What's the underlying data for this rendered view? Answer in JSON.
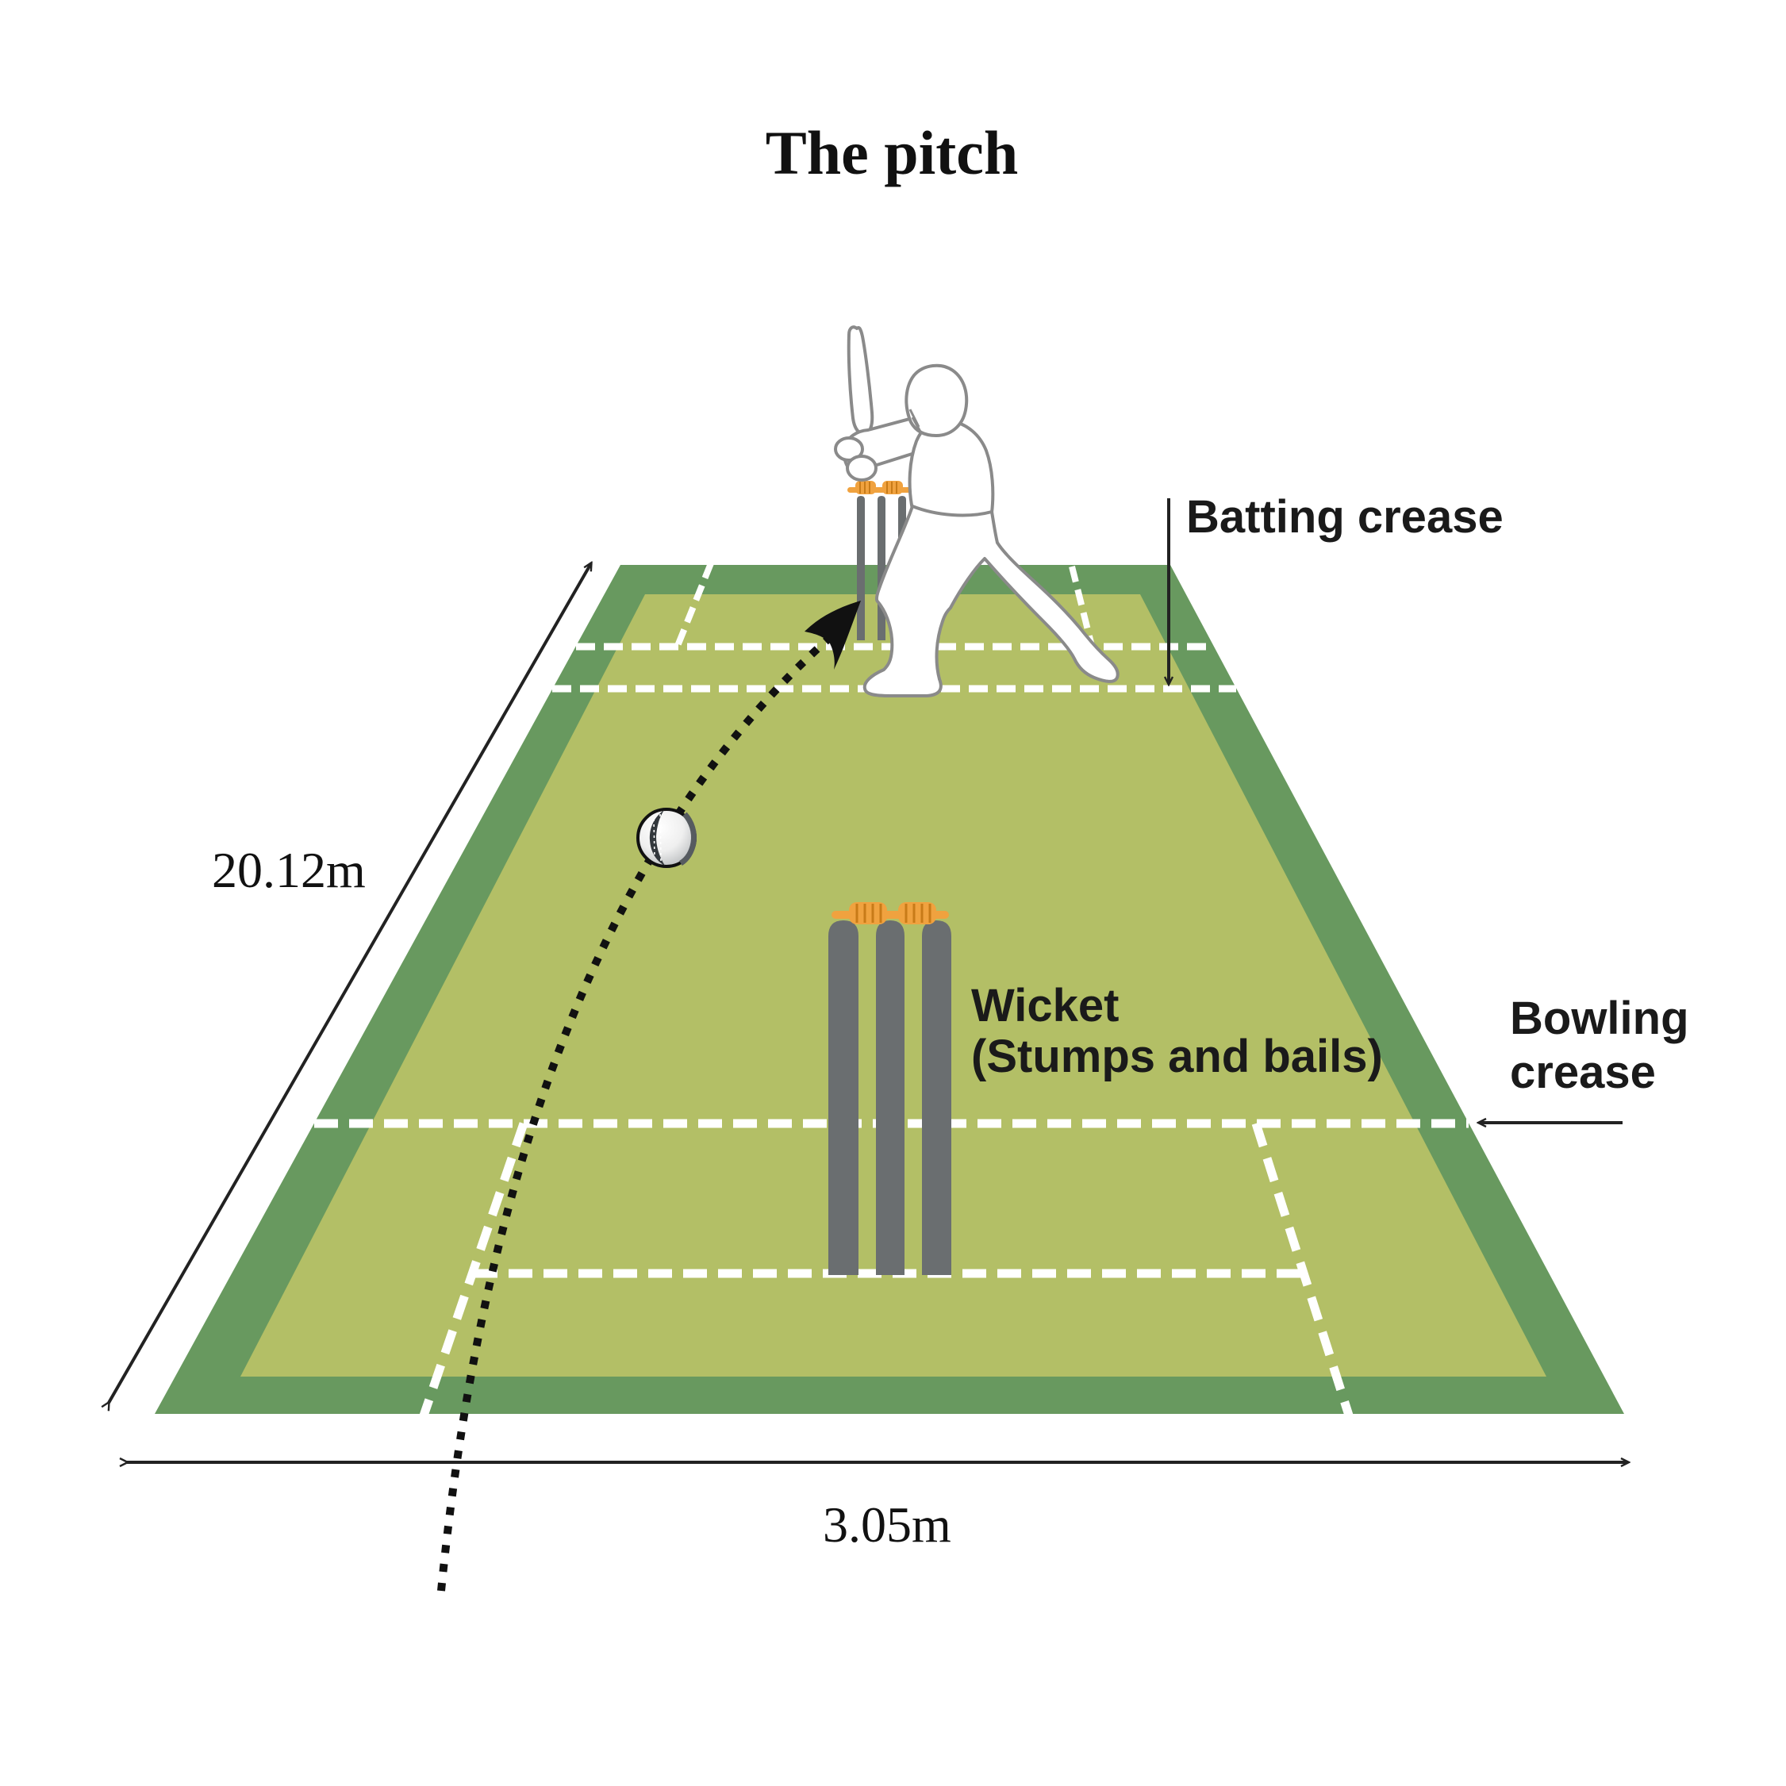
{
  "title": "The pitch",
  "labels": {
    "batting_crease": "Batting crease",
    "bowling_crease_line1": "Bowling",
    "bowling_crease_line2": "crease",
    "wicket_line1": "Wicket",
    "wicket_line2": "(Stumps and bails)"
  },
  "dimensions": {
    "pitch_length": "20.12m",
    "pitch_width": "3.05m"
  },
  "colors": {
    "outfield_green": "#68995F",
    "pitch_olive": "#B3BF66",
    "stump_gray": "#6A6E70",
    "bail_orange": "#F0A23F",
    "bail_orange_dark": "#C87B18",
    "crease_white": "#FFFFFF",
    "ink_black": "#1A1A1A",
    "silhouette_outline": "#8A8A8A",
    "ball_seam_dark": "#33383D"
  },
  "figures": {
    "batsman": "batsman-silhouette",
    "ball": "cricket-ball",
    "wicket_far": "wicket-stumps-batting-end",
    "wicket_near": "wicket-stumps-bowling-end",
    "trajectory": "ball-trajectory-dotted-arrow"
  }
}
